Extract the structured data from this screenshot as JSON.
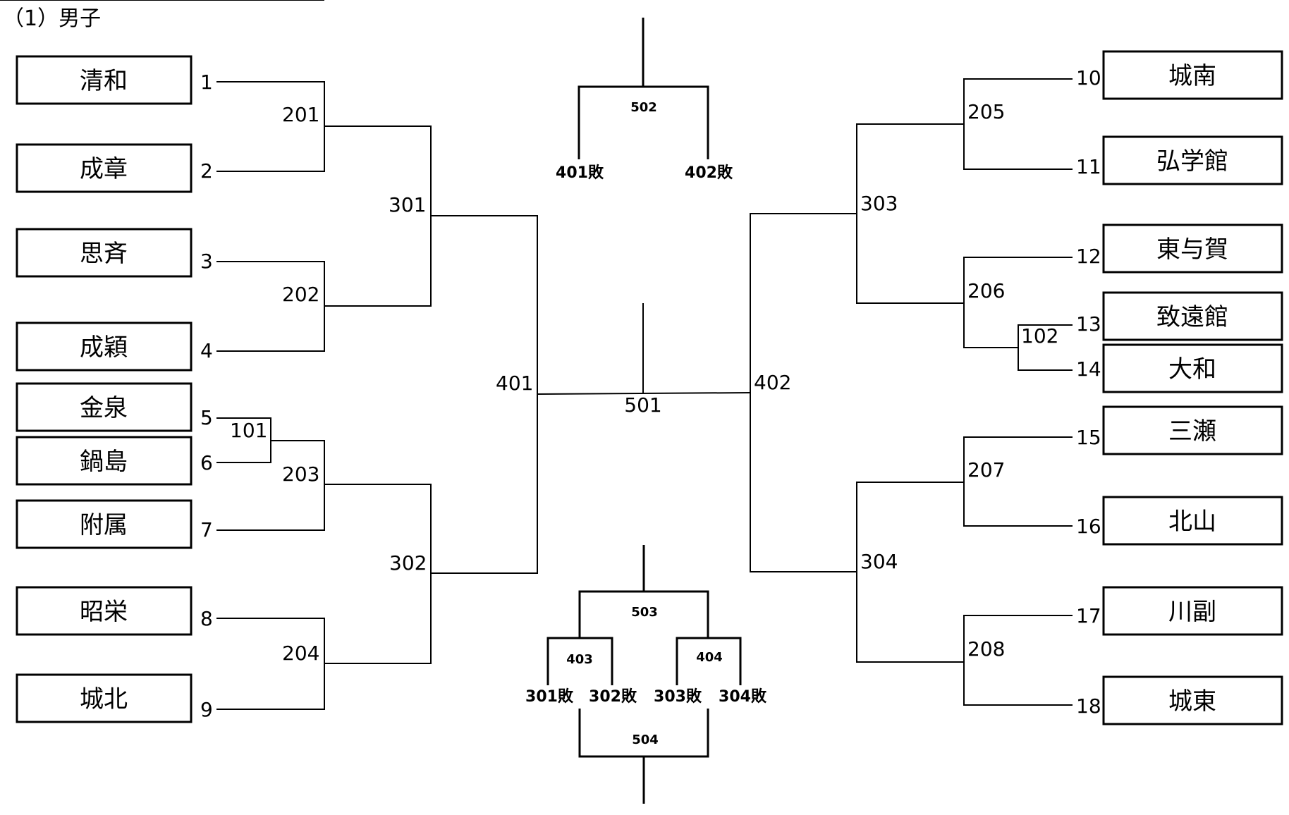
{
  "title": "（1）男子",
  "left_teams": [
    {
      "name": "清和",
      "seed": "1"
    },
    {
      "name": "成章",
      "seed": "2"
    },
    {
      "name": "思斉",
      "seed": "3"
    },
    {
      "name": "成穎",
      "seed": "4"
    },
    {
      "name": "金泉",
      "seed": "5"
    },
    {
      "name": "鍋島",
      "seed": "6"
    },
    {
      "name": "附属",
      "seed": "7"
    },
    {
      "name": "昭栄",
      "seed": "8"
    },
    {
      "name": "城北",
      "seed": "9"
    }
  ],
  "right_teams": [
    {
      "name": "城南",
      "seed": "10"
    },
    {
      "name": "弘学館",
      "seed": "11"
    },
    {
      "name": "東与賀",
      "seed": "12"
    },
    {
      "name": "致遠館",
      "seed": "13"
    },
    {
      "name": "大和",
      "seed": "14"
    },
    {
      "name": "三瀬",
      "seed": "15"
    },
    {
      "name": "北山",
      "seed": "16"
    },
    {
      "name": "川副",
      "seed": "17"
    },
    {
      "name": "城東",
      "seed": "18"
    }
  ],
  "matches": {
    "m101": "101",
    "m102": "102",
    "m201": "201",
    "m202": "202",
    "m203": "203",
    "m204": "204",
    "m205": "205",
    "m206": "206",
    "m207": "207",
    "m208": "208",
    "m301": "301",
    "m302": "302",
    "m303": "303",
    "m304": "304",
    "m401": "401",
    "m402": "402",
    "m501": "501",
    "m502": "502",
    "m503": "503",
    "m504": "504",
    "m403": "403",
    "m404": "404"
  },
  "losers": {
    "l401": "401敗",
    "l402": "402敗",
    "l301": "301敗",
    "l302": "302敗",
    "l303": "303敗",
    "l304": "304敗"
  }
}
